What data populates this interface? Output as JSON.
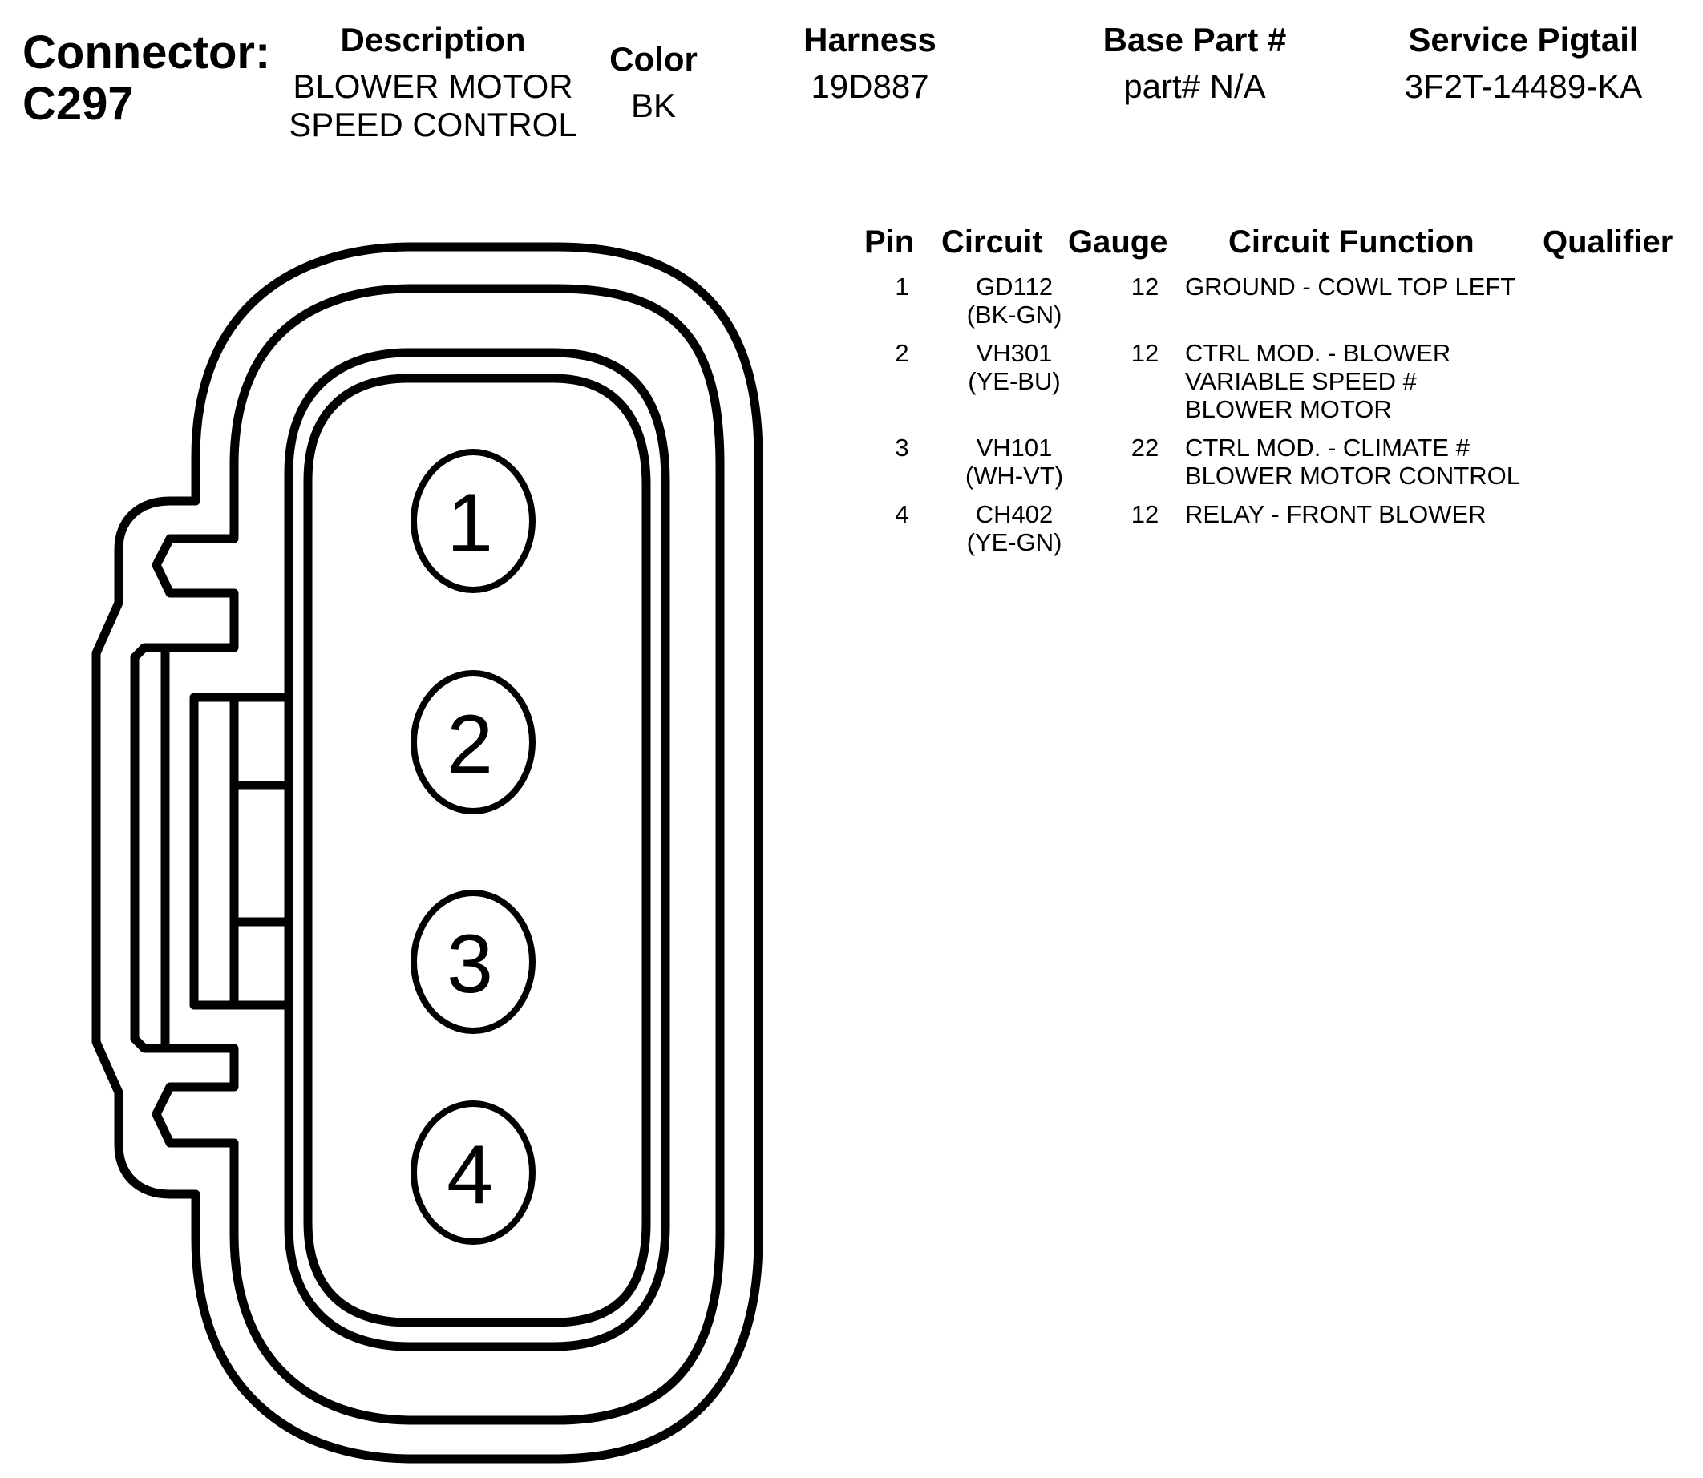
{
  "header": {
    "connector_label": "Connector:",
    "connector_id": "C297",
    "description": {
      "label": "Description",
      "lines": [
        "BLOWER MOTOR",
        "SPEED CONTROL"
      ]
    },
    "color": {
      "label": "Color",
      "value": "BK"
    },
    "harness": {
      "label": "Harness",
      "value": "19D887"
    },
    "base_part": {
      "label": "Base Part #",
      "value": "part# N/A"
    },
    "service_pigtail": {
      "label": "Service Pigtail",
      "value": "3F2T-14489-KA"
    }
  },
  "pin_table": {
    "columns": [
      "Pin",
      "Circuit",
      "Gauge",
      "Circuit Function",
      "Qualifier"
    ],
    "rows": [
      {
        "pin": "1",
        "circuit": [
          "GD112",
          "(BK-GN)"
        ],
        "gauge": "12",
        "function": [
          "GROUND - COWL TOP LEFT"
        ],
        "qualifier": ""
      },
      {
        "pin": "2",
        "circuit": [
          "VH301",
          "(YE-BU)"
        ],
        "gauge": "12",
        "function": [
          "CTRL MOD. - BLOWER",
          "VARIABLE SPEED #",
          "BLOWER MOTOR"
        ],
        "qualifier": ""
      },
      {
        "pin": "3",
        "circuit": [
          "VH101",
          "(WH-VT)"
        ],
        "gauge": "22",
        "function": [
          "CTRL MOD. - CLIMATE #",
          "BLOWER MOTOR CONTROL"
        ],
        "qualifier": ""
      },
      {
        "pin": "4",
        "circuit": [
          "CH402",
          "(YE-GN)"
        ],
        "gauge": "12",
        "function": [
          "RELAY - FRONT BLOWER"
        ],
        "qualifier": ""
      }
    ]
  },
  "connector_diagram": {
    "pin_labels": [
      "1",
      "2",
      "3",
      "4"
    ],
    "stroke_color": "#000000",
    "fill_color": "#ffffff"
  }
}
